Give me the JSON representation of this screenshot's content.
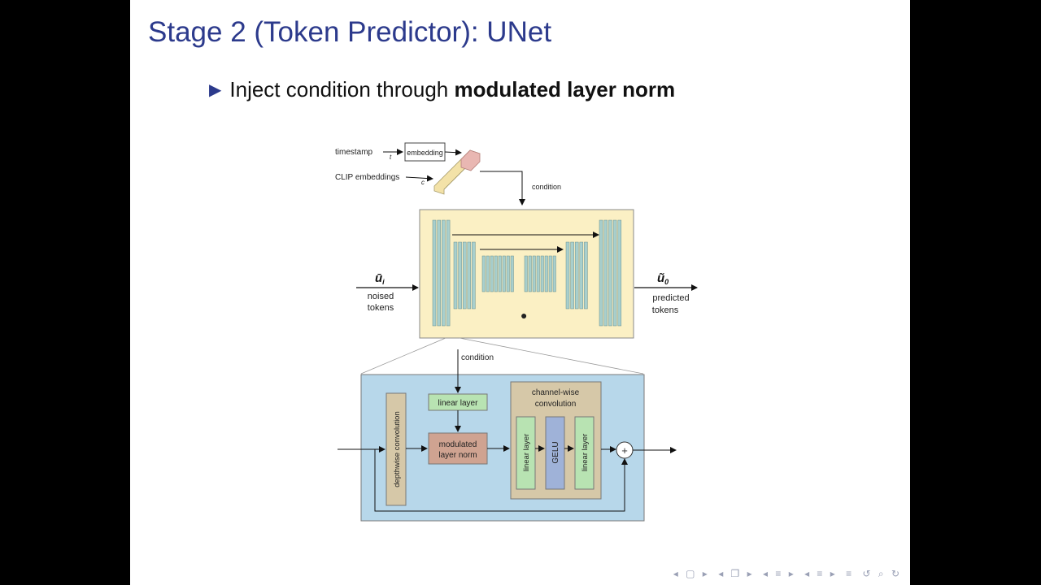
{
  "slide": {
    "title": "Stage 2 (Token Predictor): UNet",
    "bullet": {
      "marker": "▶",
      "text_before": "Inject condition through ",
      "text_bold": "modulated layer norm"
    }
  },
  "diagram": {
    "timestamp_label": "timestamp",
    "timestamp_var": "t",
    "embedding_label": "embedding",
    "clip_label": "CLIP embeddings",
    "clip_var": "c",
    "condition_top": "condition",
    "input_var": "ū",
    "input_sub": "i",
    "input_label_1": "noised",
    "input_label_2": "tokens",
    "output_var": "ũ",
    "output_sub": "0",
    "output_label_1": "predicted",
    "output_label_2": "tokens",
    "condition_bottom": "condition",
    "depthwise_label": "depthwise convolution",
    "linear_layer_label": "linear layer",
    "mod_norm_1": "modulated",
    "mod_norm_2": "layer norm",
    "channel_conv_1": "channel-wise",
    "channel_conv_2": "convolution",
    "linear_a": "linear layer",
    "gelu": "GELU",
    "linear_b": "linear layer",
    "plus_symbol": "+"
  },
  "colors": {
    "title_blue": "#2c3a8c",
    "unet_bg": "#fbf0c4",
    "block_bg": "#b7d7ea",
    "bar_fill": "#a8cfcd",
    "green": "#b8e3b2",
    "brown": "#cfa391",
    "tan": "#d6c8a8",
    "gelu_blue": "#9fb2d8"
  },
  "nav": {
    "icons": [
      "◂ ▢ ▸",
      "◂ ❐ ▸",
      "◂ ≡ ▸",
      "◂ ≡ ▸",
      "≡",
      "↺ ⌕ ↻"
    ]
  }
}
